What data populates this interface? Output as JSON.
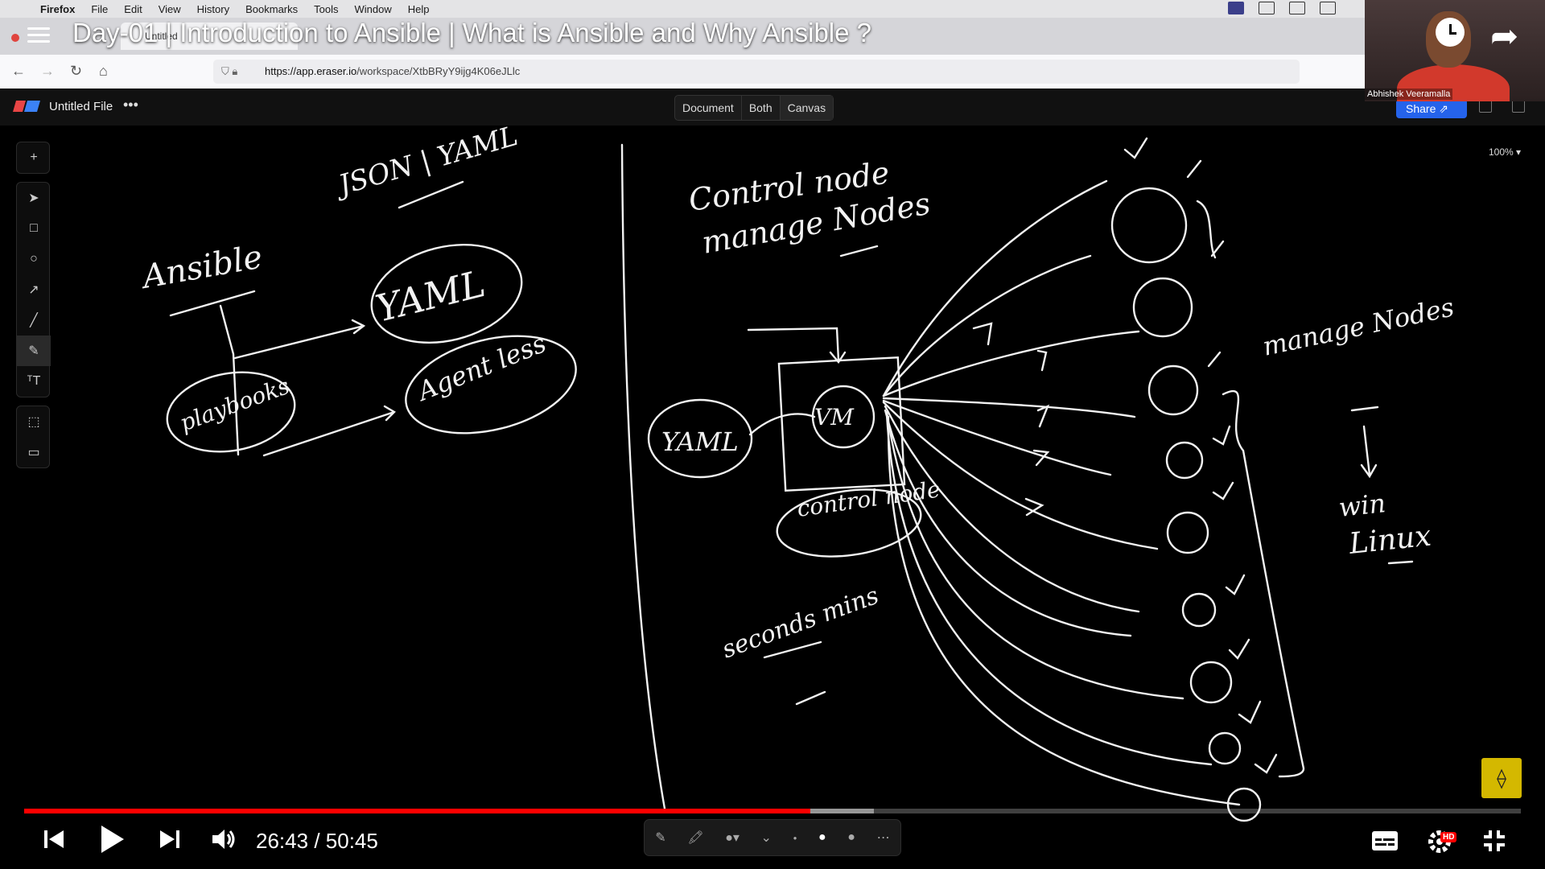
{
  "menubar": {
    "app": "Firefox",
    "items": [
      "File",
      "Edit",
      "View",
      "History",
      "Bookmarks",
      "Tools",
      "Window",
      "Help"
    ]
  },
  "browser": {
    "tab_title": "Untitled",
    "url_host": "https://app.eraser.io",
    "url_path": "/workspace/XtbBRyY9ijg4K06eJLlc"
  },
  "video": {
    "title": "Day-01 | Introduction to Ansible | What is Ansible and Why Ansible ?",
    "current_time": "26:43",
    "separator": "/",
    "duration": "50:45",
    "progress_fraction": 0.525,
    "buffered_fraction": 0.568,
    "quality_badge": "HD",
    "presenter_name": "Abhishek Veeramalla"
  },
  "eraser": {
    "file_name": "Untitled File",
    "more_label": "•••",
    "view_modes": [
      "Document",
      "Both",
      "Canvas"
    ],
    "active_view": "Canvas",
    "share_label": "Share",
    "zoom_label": "100%"
  },
  "sketch_text": {
    "json_yaml": "JSON | YAML",
    "ansible": "Ansible",
    "yaml": "YAML",
    "playbooks": "playbooks",
    "agent_less": "Agent less",
    "control_node": "Control node",
    "manage_nodes": "manage Nodes",
    "vm": "VM",
    "yaml2": "YAML",
    "control_node2": "control node",
    "seconds_mins": "seconds mins",
    "manage_nodes2": "manage Nodes",
    "win": "win",
    "linux": "Linux"
  }
}
